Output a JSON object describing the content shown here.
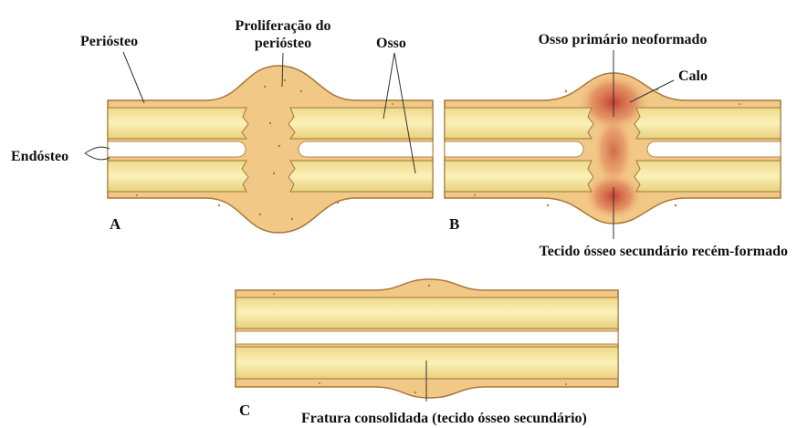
{
  "panel_a": {
    "letter": "A",
    "periosteum": "Periósteo",
    "proliferation_line1": "Proliferação do",
    "proliferation_line2": "periósteo",
    "bone": "Osso",
    "endosteum": "Endósteo"
  },
  "panel_b": {
    "letter": "B",
    "primary_bone": "Osso primário neoformado",
    "callus": "Calo",
    "secondary_bone": "Tecido ósseo secundário recém-formado"
  },
  "panel_c": {
    "letter": "C",
    "healed": "Fratura consolidada (tecido ósseo secundário)"
  },
  "colors": {
    "bone": "#f7eaa2",
    "periosteum": "#c79a4a",
    "callus": "#f2c887",
    "primary_bone": "#c0392b"
  }
}
